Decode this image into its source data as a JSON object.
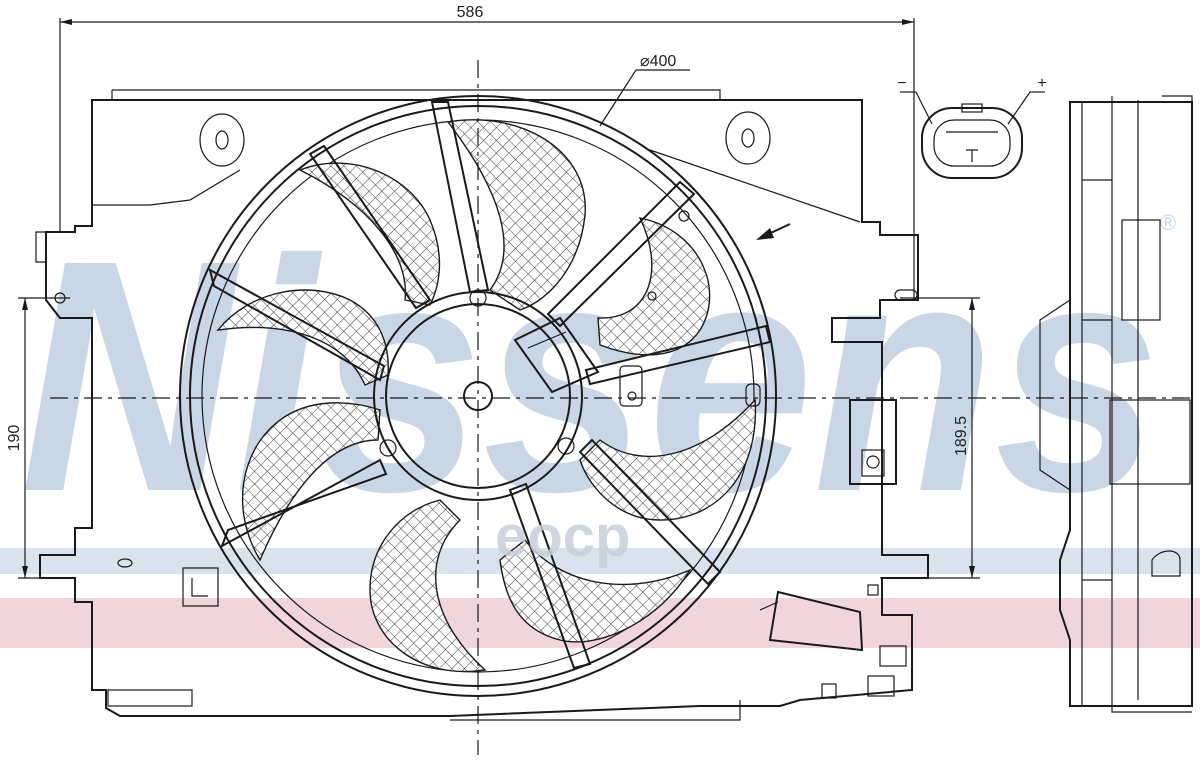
{
  "drawing": {
    "dimensions": {
      "width": "586",
      "height_left": "190",
      "height_right": "189.5",
      "fan_diameter": "⌀400"
    },
    "connector": {
      "minus": "−",
      "plus": "+"
    },
    "watermark": {
      "brand": "Nissens",
      "registered": "®",
      "overlay": "eocp"
    },
    "colors": {
      "line": "#1a1a1a",
      "watermark_blue": "#c9d6e6",
      "band_blue": "#d9e3ee",
      "band_pink": "#f1d5dc",
      "mesh": "#2a2a2a"
    }
  }
}
